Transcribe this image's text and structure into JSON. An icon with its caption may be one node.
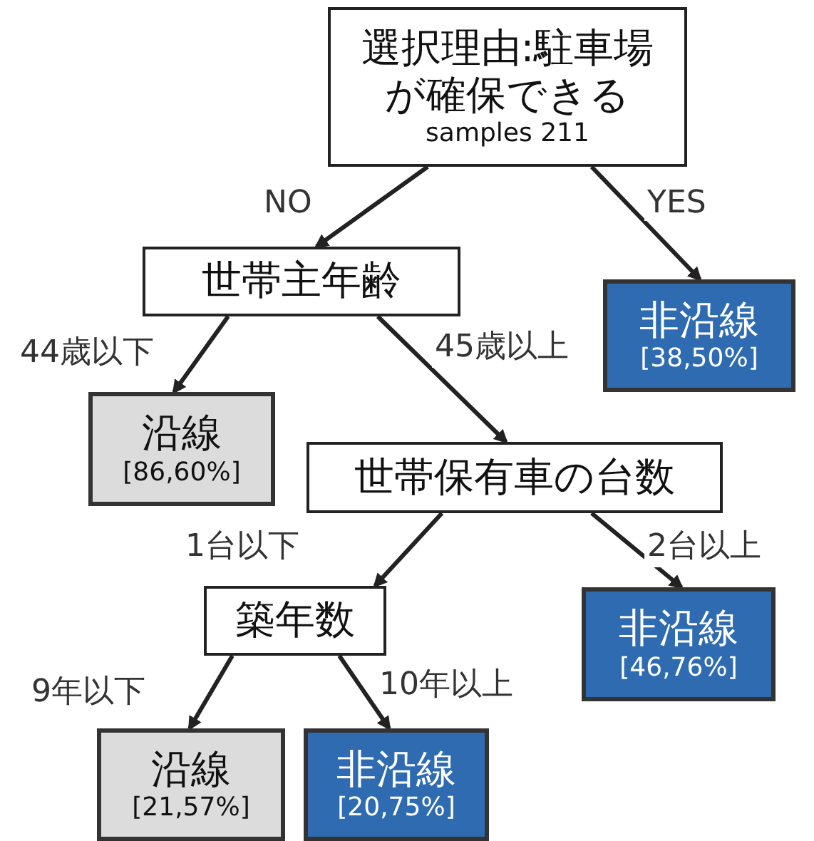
{
  "diagram": {
    "nodes": [
      {
        "text": [
          "選択理由:駐車場が確保できる",
          "samples 211"
        ]
      },
      {
        "text": [
          "世帯主年齢"
        ]
      },
      {
        "text": [
          "非沿線",
          "[38,50%]"
        ]
      },
      {
        "text": [
          "沿線",
          "[86,60%]"
        ]
      },
      {
        "text": [
          "世帯保有車の台数"
        ]
      },
      {
        "text": [
          "非沿線",
          "[46,76%]"
        ]
      },
      {
        "text": [
          "築年数"
        ]
      },
      {
        "text": [
          "沿線",
          "[21,57%]"
        ]
      },
      {
        "text": [
          "非沿線",
          "[20,75%]"
        ]
      }
    ],
    "edges": [
      {
        "from": 0,
        "to": 1,
        "arrow": "to",
        "label": "NO"
      },
      {
        "from": 0,
        "to": 2,
        "arrow": "to",
        "label": "YES"
      },
      {
        "from": 1,
        "to": 3,
        "arrow": "to",
        "label": "44歳以下"
      },
      {
        "from": 1,
        "to": 4,
        "arrow": "to",
        "label": "45歳以上"
      },
      {
        "from": 4,
        "to": 6,
        "arrow": "to",
        "label": "1台以下"
      },
      {
        "from": 4,
        "to": 5,
        "arrow": "to",
        "label": "2台以上"
      },
      {
        "from": 6,
        "to": 7,
        "arrow": "to",
        "label": "9年以下"
      },
      {
        "from": 6,
        "to": 8,
        "arrow": "to",
        "label": "10年以上"
      }
    ]
  }
}
